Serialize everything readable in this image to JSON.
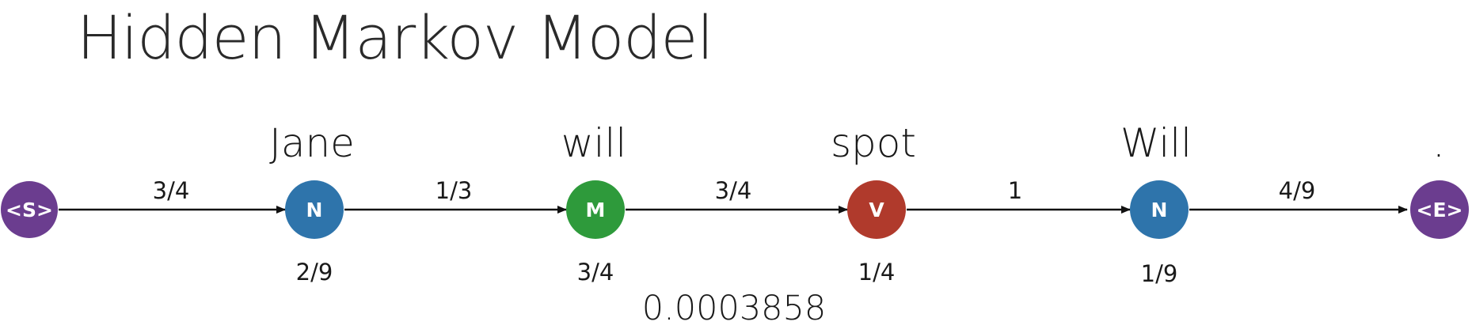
{
  "title": "Hidden Markov Model",
  "nodes": [
    {
      "label": "<S>",
      "color": "#6b3d8f"
    },
    {
      "label": "N",
      "color": "#2e74ab"
    },
    {
      "label": "M",
      "color": "#2e9a3b"
    },
    {
      "label": "V",
      "color": "#b03a2c"
    },
    {
      "label": "N",
      "color": "#2e74ab"
    },
    {
      "label": "<E>",
      "color": "#6b3d8f"
    }
  ],
  "words": [
    "Jane",
    "will",
    "spot",
    "Will",
    "."
  ],
  "transitions": [
    "3/4",
    "1/3",
    "3/4",
    "1",
    "4/9"
  ],
  "emissions": [
    "2/9",
    "3/4",
    "1/4",
    "1/9"
  ],
  "total_probability": "0.0003858"
}
